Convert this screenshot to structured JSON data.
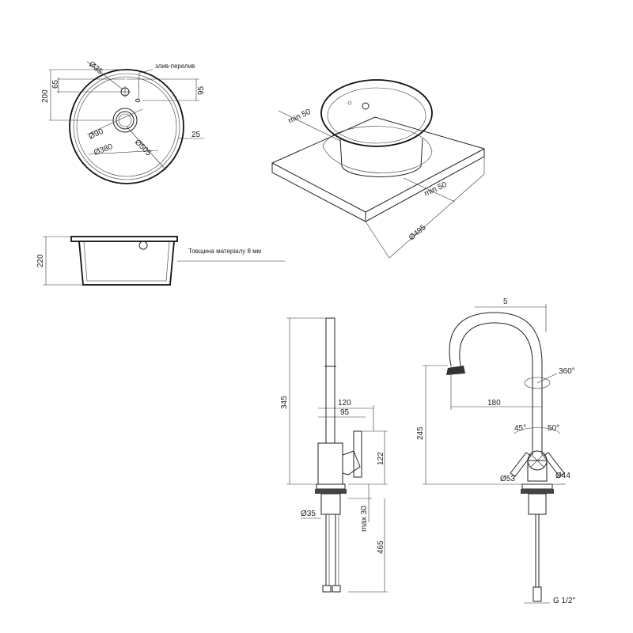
{
  "sink_top": {
    "dims": {
      "d35": "Ø35",
      "overflow": "злив-перелив",
      "h65": "65",
      "h200": "200",
      "h95": "95",
      "d90": "Ø90",
      "d380": "Ø380",
      "d505": "Ø505",
      "w25": "25"
    }
  },
  "sink_3d": {
    "dims": {
      "min50a": "min 50",
      "min50b": "min 50",
      "d495": "Ø495"
    }
  },
  "sink_side": {
    "dims": {
      "h220": "220",
      "thickness": "Товщина матеріалу 8 мм"
    }
  },
  "faucet_side": {
    "dims": {
      "h345": "345",
      "w120": "120",
      "w95": "95",
      "h122": "122",
      "d35": "Ø35",
      "max30": "max 30",
      "h465": "465"
    }
  },
  "faucet_front": {
    "dims": {
      "w5": "5",
      "rot360": "360°",
      "w180": "180",
      "h245": "245",
      "a45": "45°",
      "a50": "50°",
      "d53": "Ø53",
      "d44": "Ø44",
      "g12": "G 1/2\""
    }
  }
}
